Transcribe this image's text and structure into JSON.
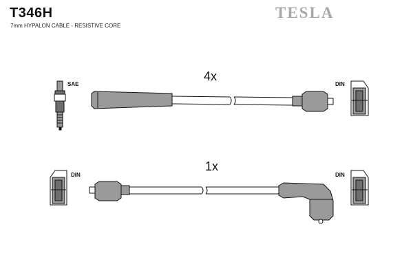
{
  "header": {
    "part_code": "T346H",
    "description": "7mm HYPALON CABLE - RESISTIVE CORE",
    "brand": "TESLA"
  },
  "cables": [
    {
      "quantity_label": "4x",
      "left_terminal": "SAE",
      "right_terminal": "DIN"
    },
    {
      "quantity_label": "1x",
      "left_terminal": "DIN",
      "right_terminal": "DIN"
    }
  ],
  "colors": {
    "brand": "#a8a8a8",
    "line": "#111111",
    "fill": "#9a9a9a",
    "fill_dark": "#6e6e6e"
  }
}
